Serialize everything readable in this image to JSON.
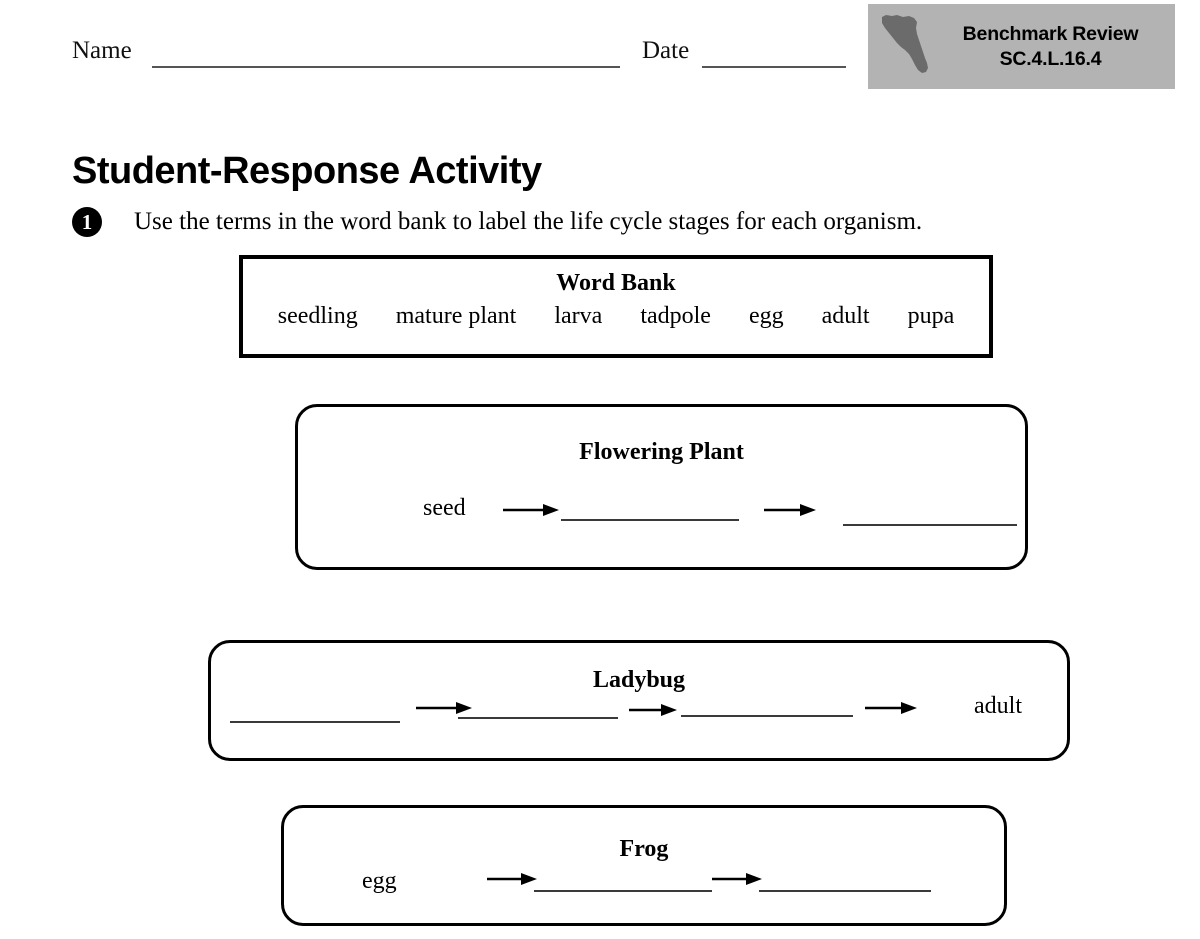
{
  "header": {
    "name_label": "Name",
    "date_label": "Date",
    "name_value": "",
    "date_value": "",
    "banner": {
      "line1": "Benchmark Review",
      "line2": "SC.4.L.16.4",
      "icon": "florida-state-map-icon",
      "background_color": "#b3b3b3",
      "icon_color": "#666666"
    }
  },
  "title": "Student-Response Activity",
  "question": {
    "number": "1",
    "text": "Use the terms in the word bank to label the life cycle stages for each organism."
  },
  "word_bank": {
    "title": "Word Bank",
    "terms": [
      "seedling",
      "mature plant",
      "larva",
      "tadpole",
      "egg",
      "adult",
      "pupa"
    ]
  },
  "lifecycles": [
    {
      "title": "Flowering Plant",
      "stages": [
        {
          "type": "word",
          "text": "seed"
        },
        {
          "type": "arrow"
        },
        {
          "type": "blank",
          "value": ""
        },
        {
          "type": "arrow"
        },
        {
          "type": "blank",
          "value": ""
        }
      ]
    },
    {
      "title": "Ladybug",
      "stages": [
        {
          "type": "blank",
          "value": ""
        },
        {
          "type": "arrow"
        },
        {
          "type": "blank",
          "value": ""
        },
        {
          "type": "arrow"
        },
        {
          "type": "blank",
          "value": ""
        },
        {
          "type": "arrow"
        },
        {
          "type": "word",
          "text": "adult"
        }
      ]
    },
    {
      "title": "Frog",
      "stages": [
        {
          "type": "word",
          "text": "egg"
        },
        {
          "type": "arrow"
        },
        {
          "type": "blank",
          "value": ""
        },
        {
          "type": "arrow"
        },
        {
          "type": "blank",
          "value": ""
        }
      ]
    }
  ]
}
